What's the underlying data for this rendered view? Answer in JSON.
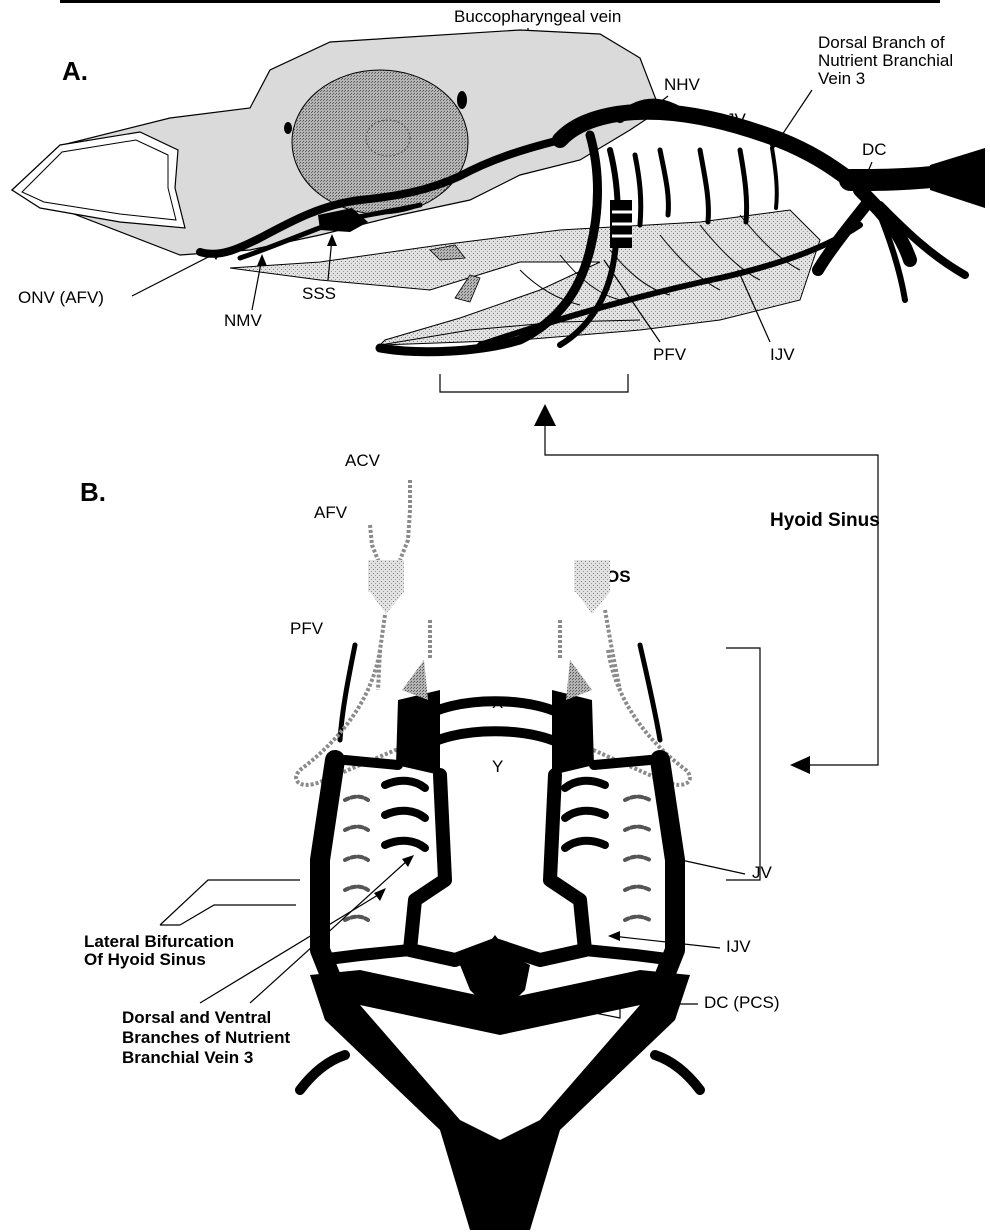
{
  "top_caption": "Buccopharyngeal vein",
  "panel_a": {
    "letter": "A.",
    "labels": {
      "dorsal_branch_1": "Dorsal Branch of",
      "dorsal_branch_2": "Nutrient Branchial",
      "dorsal_branch_3": "Vein 3",
      "nhv": "NHV",
      "jv": "JV",
      "dc": "DC",
      "onv": "ONV (AFV)",
      "nmv": "NMV",
      "sss": "SSS",
      "pfv": "PFV",
      "ijv": "IJV"
    }
  },
  "panel_b": {
    "letter": "B.",
    "labels": {
      "acv": "ACV",
      "afv": "AFV",
      "os": "OS",
      "pfv": "PFV",
      "x": "X",
      "y": "Y",
      "hyoid_sinus": "Hyoid Sinus",
      "lateral_1": "Lateral Bifurcation",
      "lateral_2": "Of Hyoid Sinus",
      "jv": "JV",
      "ijv": "IJV",
      "dc_pcs": "DC (PCS)",
      "dv_1": "Dorsal and Ventral",
      "dv_2": "Branches of Nutrient",
      "dv_3": "Branchial Vein 3"
    }
  },
  "colors": {
    "vein": "#000000",
    "tissue": "#d9d9d9",
    "tissue_dark": "#a8a8a8",
    "outline": "#000000",
    "background": "#ffffff"
  }
}
